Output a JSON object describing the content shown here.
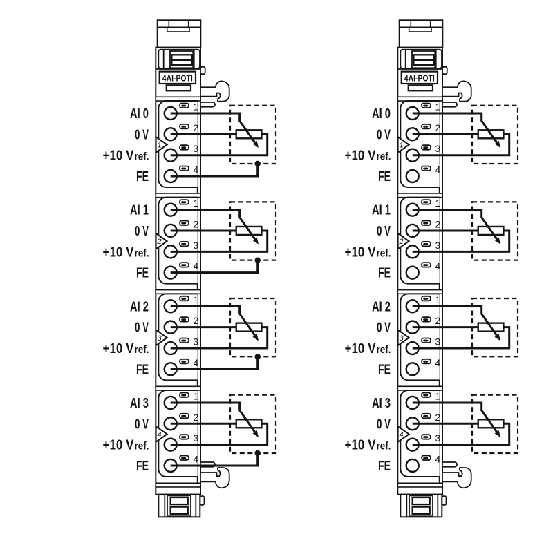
{
  "diagram_type": "terminal-wiring-diagram",
  "colors": {
    "line": "#141414",
    "background": "#ffffff"
  },
  "modules": [
    {
      "id": "left",
      "label": "4AI-POTI",
      "fe_connected": true,
      "sensor": "potentiometer",
      "groups": [
        {
          "marker": "1",
          "labels": [
            "AI 0",
            "0 V",
            "+10 V ref.",
            "FE"
          ],
          "terminals": [
            "1",
            "2",
            "3",
            "4"
          ]
        },
        {
          "marker": "2",
          "labels": [
            "AI 1",
            "0 V",
            "+10 V ref.",
            "FE"
          ],
          "terminals": [
            "1",
            "2",
            "3",
            "4"
          ]
        },
        {
          "marker": "3",
          "labels": [
            "AI 2",
            "0 V",
            "+10 V ref.",
            "FE"
          ],
          "terminals": [
            "1",
            "2",
            "3",
            "4"
          ]
        },
        {
          "marker": "4",
          "labels": [
            "AI 3",
            "0 V",
            "+10 V ref.",
            "FE"
          ],
          "terminals": [
            "1",
            "2",
            "3",
            "4"
          ]
        }
      ]
    },
    {
      "id": "right",
      "label": "4AI-POTI",
      "fe_connected": false,
      "sensor": "potentiometer",
      "groups": [
        {
          "marker": "1",
          "labels": [
            "AI 0",
            "0 V",
            "+10 V ref.",
            "FE"
          ],
          "terminals": [
            "1",
            "2",
            "3",
            "4"
          ]
        },
        {
          "marker": "2",
          "labels": [
            "AI 1",
            "0 V",
            "+10 V ref.",
            "FE"
          ],
          "terminals": [
            "1",
            "2",
            "3",
            "4"
          ]
        },
        {
          "marker": "3",
          "labels": [
            "AI 2",
            "0 V",
            "+10 V ref.",
            "FE"
          ],
          "terminals": [
            "1",
            "2",
            "3",
            "4"
          ]
        },
        {
          "marker": "4",
          "labels": [
            "AI 3",
            "0 V",
            "+10 V ref.",
            "FE"
          ],
          "terminals": [
            "1",
            "2",
            "3",
            "4"
          ]
        }
      ]
    }
  ]
}
